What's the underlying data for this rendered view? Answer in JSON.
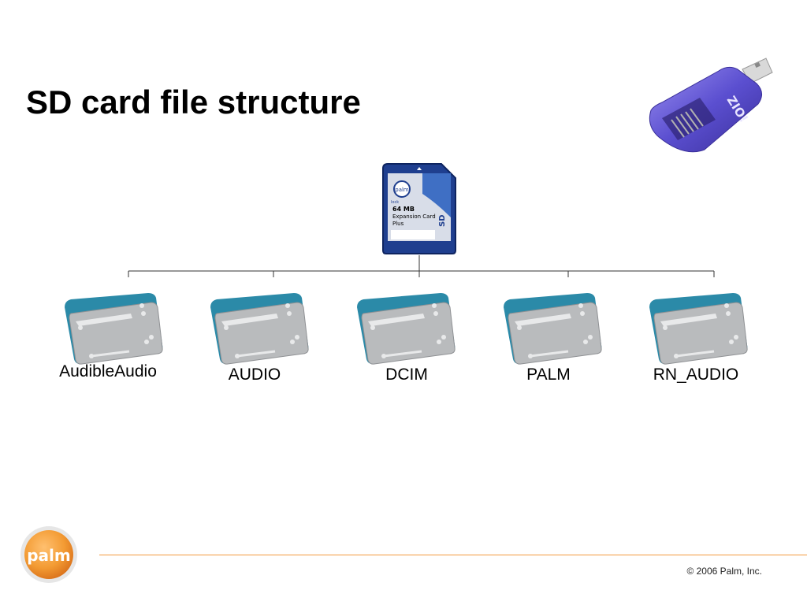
{
  "slide": {
    "title": "SD card file structure",
    "copyright": "© 2006 Palm, Inc."
  },
  "reader": {
    "brand": "ZIO!"
  },
  "sd_card": {
    "brand": "palm",
    "lock_label": "lock",
    "capacity": "64 MB",
    "line2": "Expansion Card",
    "line3": "Plus",
    "logo": "SD"
  },
  "logo": {
    "text": "palm"
  },
  "folders": [
    {
      "label": "AudibleAudio"
    },
    {
      "label": "AUDIO"
    },
    {
      "label": "DCIM"
    },
    {
      "label": "PALM"
    },
    {
      "label": "RN_AUDIO"
    }
  ],
  "colors": {
    "footer_line": "#f29a3d",
    "palm_orange": "#f39b33",
    "folder_teal": "#2b8aa8",
    "folder_gray": "#b9bbbd",
    "sd_blue": "#1f3f8f",
    "reader_purple": "#6a5acd"
  }
}
